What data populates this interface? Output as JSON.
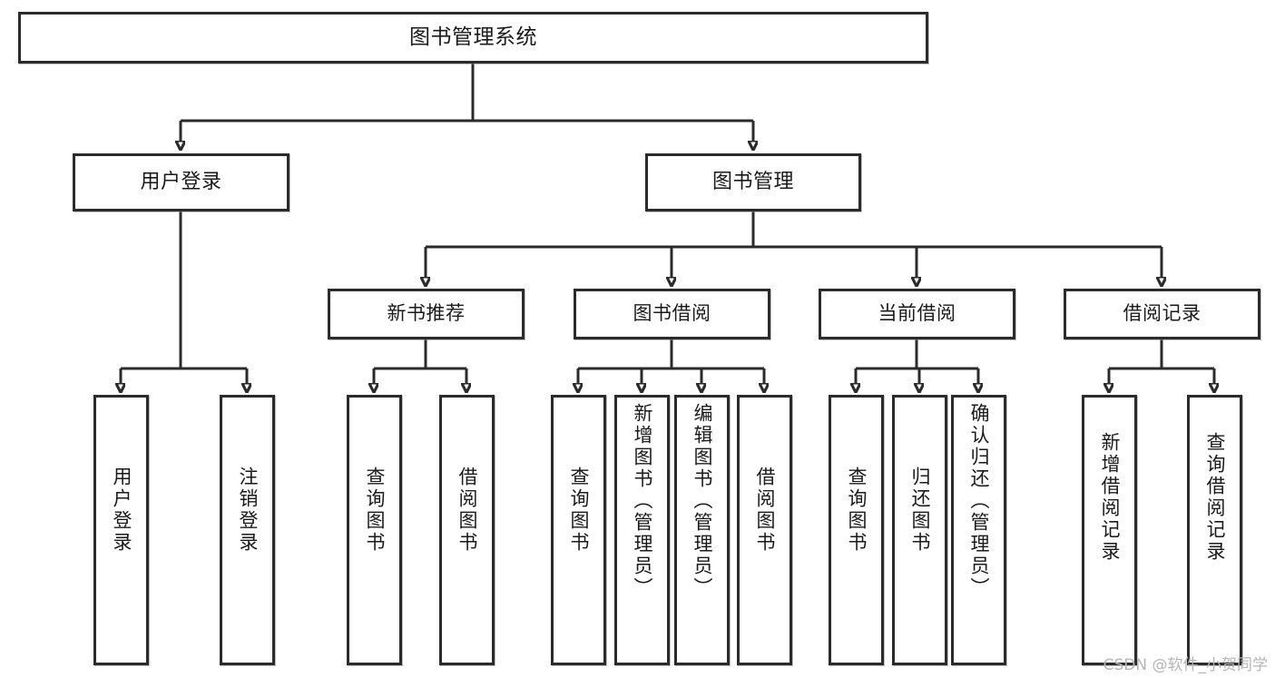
{
  "diagram": {
    "type": "tree-hierarchy",
    "title": "图书管理系统",
    "orientation": "top-down",
    "colors": {
      "box_border": "#2b2b2b",
      "box_fill": "#ffffff",
      "connector": "#2b2b2b",
      "text": "#1a1a1a",
      "watermark": "#b6b6b6",
      "background": "#ffffff"
    },
    "root": {
      "label": "图书管理系统"
    },
    "level2": [
      {
        "id": "user-login",
        "label": "用户登录"
      },
      {
        "id": "book-management",
        "label": "图书管理"
      }
    ],
    "level3": [
      {
        "id": "new-book-recommend",
        "label": "新书推荐",
        "parent": "book-management"
      },
      {
        "id": "book-borrow",
        "label": "图书借阅",
        "parent": "book-management"
      },
      {
        "id": "current-borrow",
        "label": "当前借阅",
        "parent": "book-management"
      },
      {
        "id": "borrow-record",
        "label": "借阅记录",
        "parent": "book-management"
      }
    ],
    "leaves": [
      {
        "id": "leaf-user-login",
        "label": "用户登录",
        "parent": "user-login"
      },
      {
        "id": "leaf-logout-login",
        "label": "注销登录",
        "parent": "user-login"
      },
      {
        "id": "leaf-query-book-1",
        "label": "查询图书",
        "parent": "new-book-recommend"
      },
      {
        "id": "leaf-borrow-book-1",
        "label": "借阅图书",
        "parent": "new-book-recommend"
      },
      {
        "id": "leaf-query-book-2",
        "label": "查询图书",
        "parent": "book-borrow"
      },
      {
        "id": "leaf-add-book",
        "label": "新增图书（管理员）",
        "parent": "book-borrow"
      },
      {
        "id": "leaf-edit-book",
        "label": "编辑图书（管理员）",
        "parent": "book-borrow"
      },
      {
        "id": "leaf-borrow-book-2",
        "label": "借阅图书",
        "parent": "book-borrow"
      },
      {
        "id": "leaf-query-book-3",
        "label": "查询图书",
        "parent": "current-borrow"
      },
      {
        "id": "leaf-return-book",
        "label": "归还图书",
        "parent": "current-borrow"
      },
      {
        "id": "leaf-confirm-return",
        "label": "确认归还（管理员）",
        "parent": "current-borrow"
      },
      {
        "id": "leaf-add-borrow-record",
        "label": "新增借阅记录",
        "parent": "borrow-record"
      },
      {
        "id": "leaf-query-borrow-record",
        "label": "查询借阅记录",
        "parent": "borrow-record"
      }
    ]
  },
  "watermark": {
    "text": "CSDN @软件_小贺同学"
  }
}
